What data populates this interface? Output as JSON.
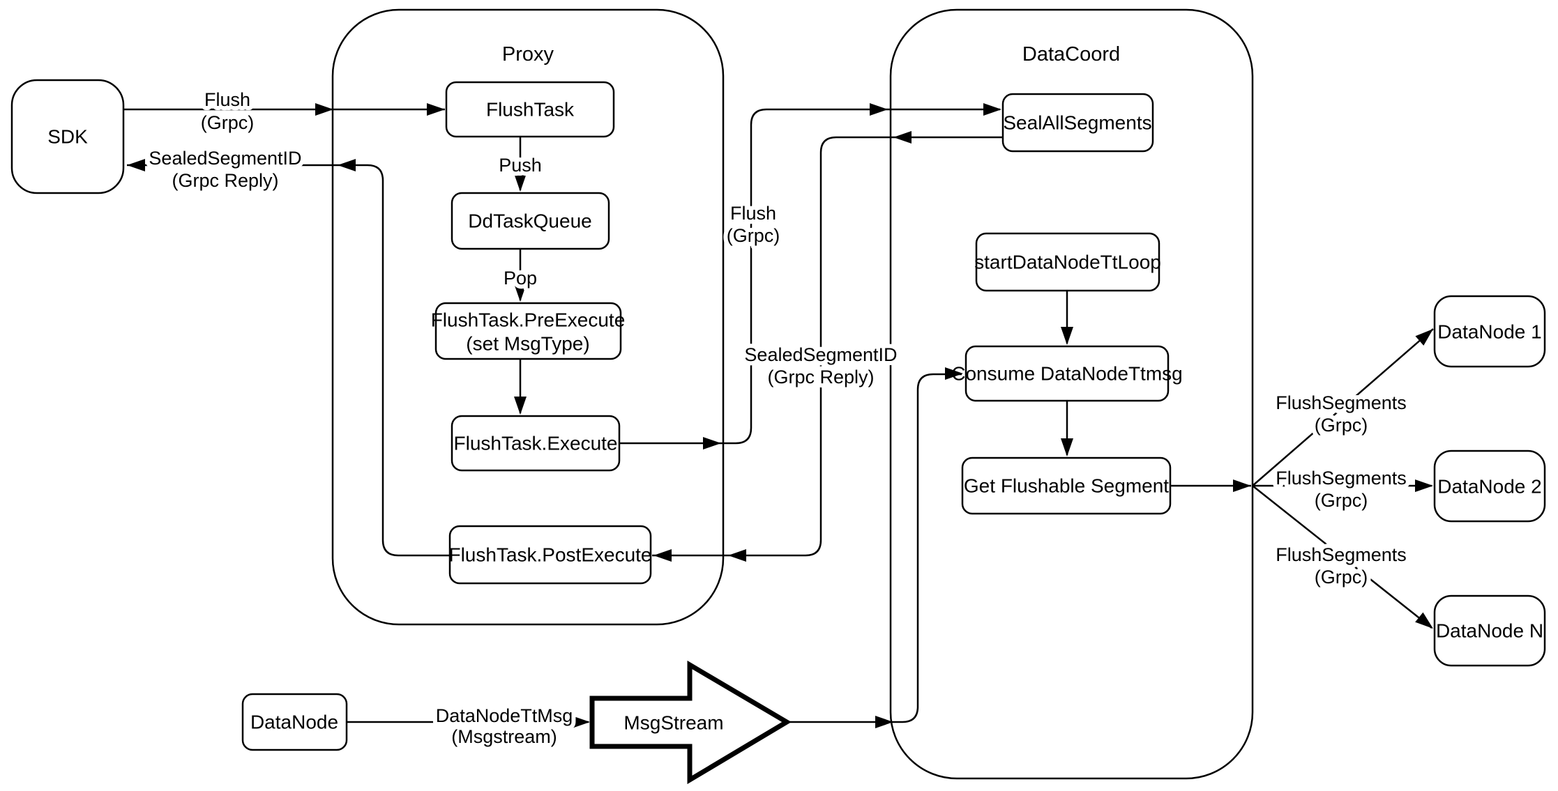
{
  "containers": {
    "proxy": {
      "title": "Proxy"
    },
    "datacoord": {
      "title": "DataCoord"
    }
  },
  "nodes": {
    "sdk": "SDK",
    "flush_task": "FlushTask",
    "dd_task_queue": "DdTaskQueue",
    "pre_execute": [
      "FlushTask.PreExecute",
      "(set MsgType)"
    ],
    "execute": "FlushTask.Execute",
    "post_execute": "FlushTask.PostExecute",
    "seal_all_segments": "SealAllSegments",
    "start_datanode_tt_loop": "startDataNodeTtLoop",
    "consume_datanode_ttmsg": "Consume DataNodeTtmsg",
    "get_flushable_segment": "Get Flushable Segment",
    "datanode_1": "DataNode 1",
    "datanode_2": "DataNode 2",
    "datanode_n": "DataNode N",
    "datanode": "DataNode",
    "msgstream": "MsgStream"
  },
  "edge_labels": {
    "flush_sdk_proxy": [
      "Flush",
      "(Grpc)"
    ],
    "sealed_proxy_sdk": [
      "SealedSegmentID",
      "(Grpc Reply)"
    ],
    "push": "Push",
    "pop": "Pop",
    "flush_proxy_datacoord": [
      "Flush",
      "(Grpc)"
    ],
    "sealed_datacoord_proxy": [
      "SealedSegmentID",
      "(Grpc Reply)"
    ],
    "flush_segments_1": [
      "FlushSegments",
      "(Grpc)"
    ],
    "flush_segments_2": [
      "FlushSegments",
      "(Grpc)"
    ],
    "flush_segments_3": [
      "FlushSegments",
      "(Grpc)"
    ],
    "datanode_ttmsg": [
      "DataNodeTtMsg",
      "(Msgstream)"
    ]
  },
  "colors": {
    "stroke": "#000000",
    "fill": "#ffffff",
    "background": "#ffffff"
  }
}
